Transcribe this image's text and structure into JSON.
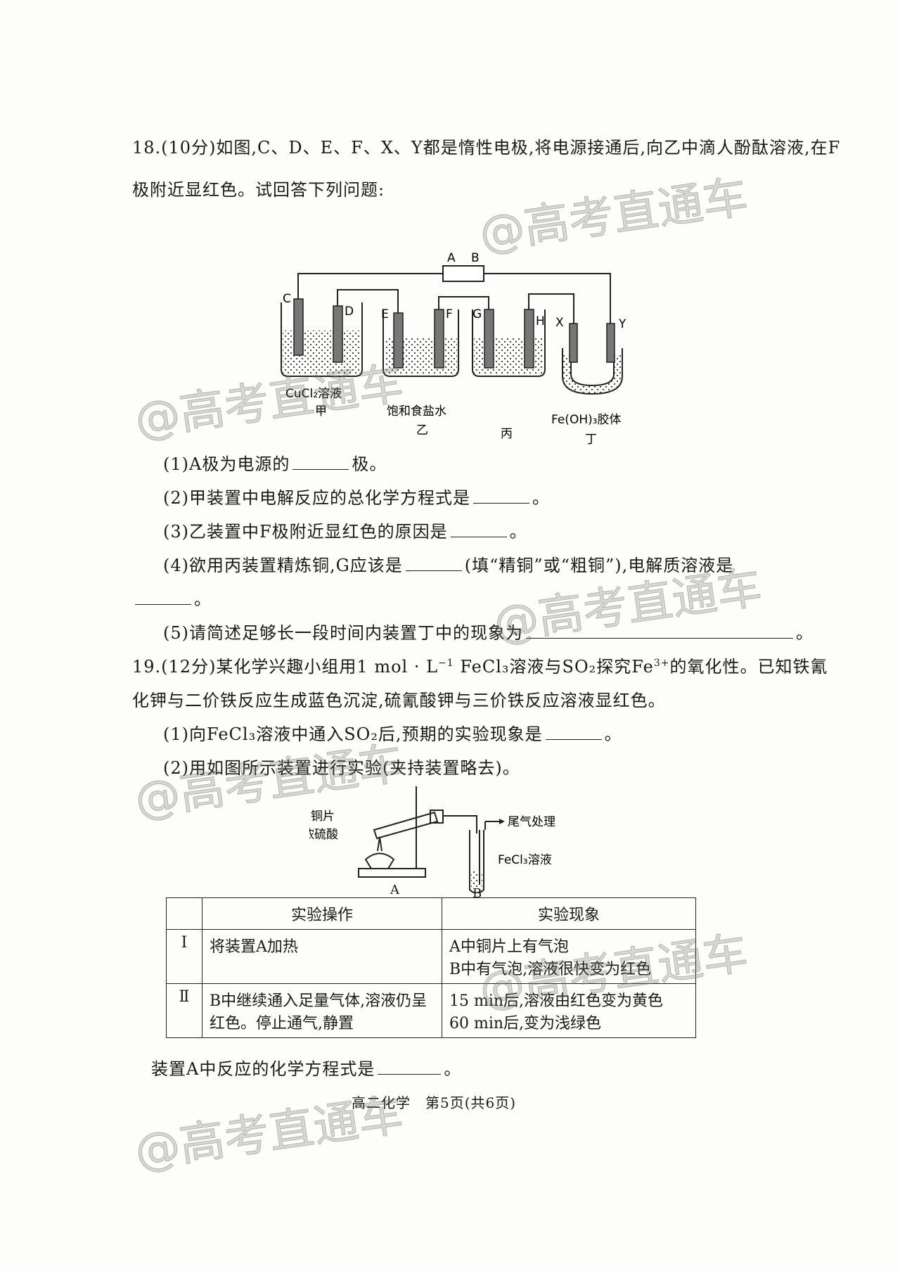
{
  "q18": {
    "line1": "18.(10分)如图,C、D、E、F、X、Y都是惰性电极,将电源接通后,向乙中滴人酚酞溶液,在F",
    "line2": "极附近显红色。试回答下列问题:",
    "sub1_a": "(1)A极为电源的",
    "sub1_b": "极。",
    "sub2": "(2)甲装置中电解反应的总化学方程式是",
    "sub3": "(3)乙装置中F极附近显红色的原因是",
    "sub4_a": "(4)欲用丙装置精炼铜,G应该是",
    "sub4_b": "(填“精铜”或“粗铜”),电解质溶液是",
    "sub5": "(5)请简述足够长一段时间内装置丁中的现象为",
    "diagram": {
      "power_a": "A",
      "power_b": "B",
      "electrodes": [
        "C",
        "D",
        "E",
        "F",
        "G",
        "H",
        "X",
        "Y"
      ],
      "jia_solution": "CuCl₂溶液",
      "jia": "甲",
      "yi_solution": "饱和食盐水",
      "yi": "乙",
      "bing": "丙",
      "ding_solution": "Fe(OH)₃胶体",
      "ding": "丁"
    }
  },
  "q19": {
    "line1_a": "19.(12分)某化学兴趣小组用1 mol · L",
    "line1_sup": "−1",
    "line1_b": " FeCl₃溶液与SO₂探究Fe",
    "line1_sup2": "3+",
    "line1_c": "的氧化性。已知铁氰",
    "line2": "化钾与二价铁反应生成蓝色沉淀,硫氰酸钾与三价铁反应溶液显红色。",
    "sub1": "(1)向FeCl₃溶液中通入SO₂后,预期的实验现象是",
    "sub2": "(2)用如图所示装置进行实验(夹持装置略去)。",
    "apparatus": {
      "copper": "铜片",
      "acid": "浓硫酸",
      "tail": "尾气处理",
      "fecl3": "FeCl₃溶液",
      "label_a": "A",
      "label_b": "B"
    },
    "table": {
      "header_op": "实验操作",
      "header_ph": "实验现象",
      "rows": [
        {
          "no": "Ⅰ",
          "op": "将装置A加热",
          "ph": [
            "A中铜片上有气泡",
            "B中有气泡,溶液很快变为红色"
          ]
        },
        {
          "no": "Ⅱ",
          "op": "B中继续通入足量气体,溶液仍呈红色。停止通气,静置",
          "ph": [
            "15 min后,溶液由红色变为黄色",
            "60 min后,变为浅绿色"
          ]
        }
      ]
    },
    "eq_prompt": "装置A中反应的化学方程式是"
  },
  "footer": "高二化学　第5页(共6页)",
  "watermark": "@高考直通车"
}
